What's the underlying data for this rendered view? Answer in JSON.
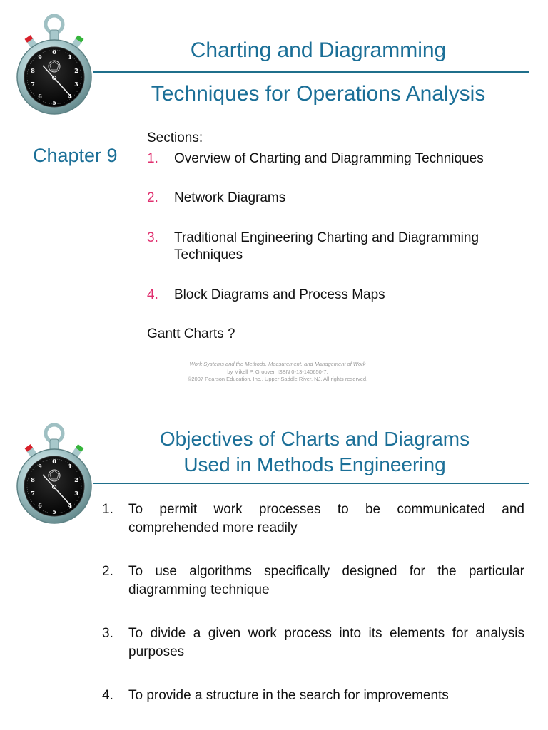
{
  "slide1": {
    "title_line1": "Charting and Diagramming",
    "title_line2": "Techniques for Operations Analysis",
    "chapter": "Chapter 9",
    "sections_label": "Sections:",
    "sections": [
      {
        "num": "1.",
        "text": "Overview of Charting and Diagramming Techniques"
      },
      {
        "num": "2.",
        "text": "Network Diagrams"
      },
      {
        "num": "3.",
        "text": "Traditional Engineering Charting and Diagramming Techniques"
      },
      {
        "num": "4.",
        "text": "Block Diagrams and Process Maps"
      }
    ],
    "extra": "Gantt Charts ?",
    "footer": {
      "line1": "Work Systems and the Methods, Measurement, and Management of Work",
      "line2": "by Mikell P. Groover, ISBN 0-13-140650-7.",
      "line3": "©2007 Pearson Education, Inc., Upper Saddle River, NJ.  All rights reserved."
    },
    "icon": "stopwatch-icon"
  },
  "slide2": {
    "title_line1": "Objectives of Charts and Diagrams",
    "title_line2": "Used in Methods Engineering",
    "objectives": [
      {
        "num": "1.",
        "text": "To permit work processes to be communicated and comprehended more readily"
      },
      {
        "num": "2.",
        "text": "To use algorithms specifically designed for the particular diagramming technique"
      },
      {
        "num": "3.",
        "text": "To divide a given work process into its elements for analysis purposes"
      },
      {
        "num": "4.",
        "text": "To provide a structure in the search for improvements"
      }
    ],
    "icon": "stopwatch-icon"
  },
  "colors": {
    "title_blue": "#1b6f97",
    "rule_blue": "#1f6f8b",
    "number_pink": "#e0306f",
    "body_text": "#111111",
    "footer_gray": "#9a9a9a"
  }
}
